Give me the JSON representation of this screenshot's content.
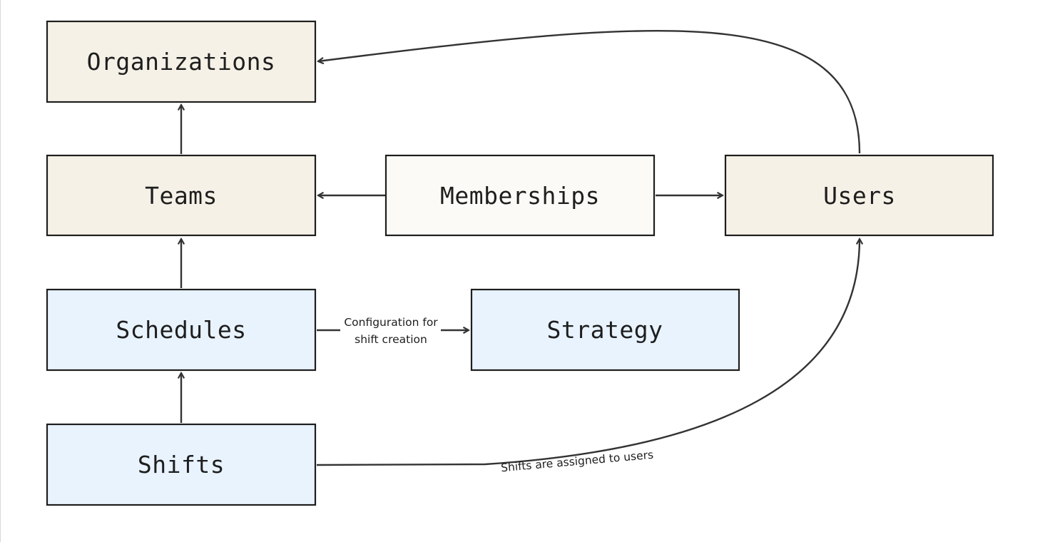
{
  "nodes": {
    "organizations": {
      "label": "Organizations"
    },
    "teams": {
      "label": "Teams"
    },
    "memberships": {
      "label": "Memberships"
    },
    "users": {
      "label": "Users"
    },
    "schedules": {
      "label": "Schedules"
    },
    "strategy": {
      "label": "Strategy"
    },
    "shifts": {
      "label": "Shifts"
    }
  },
  "edges": {
    "schedules_strategy": {
      "line1": "Configuration for",
      "line2": "shift creation"
    },
    "shifts_users": {
      "label": "Shifts are assigned to users"
    }
  },
  "colors": {
    "beige": "#f5f1e7",
    "offwhite": "#fbfaf6",
    "blue": "#e8f3fe",
    "stroke": "#1e1e1e",
    "edge": "#333333"
  }
}
